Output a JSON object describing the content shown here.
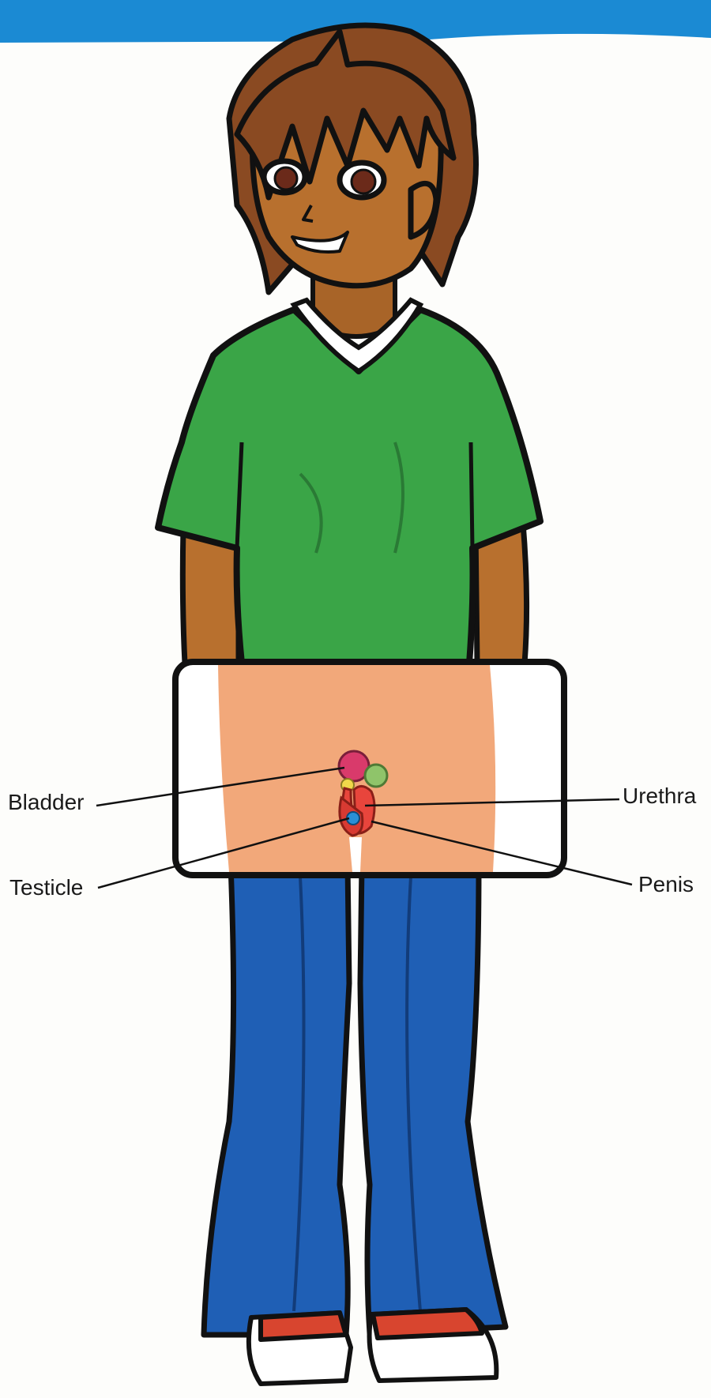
{
  "diagram": {
    "labels": {
      "bladder": "Bladder",
      "testicle": "Testicle",
      "urethra": "Urethra",
      "penis": "Penis"
    }
  },
  "colors": {
    "top_banner": "#1b8ad3",
    "hair": "#8a4a22",
    "skin": "#b8702e",
    "shirt": "#3aa547",
    "jeans": "#1f5fb5",
    "inset_skin": "#f2a87a",
    "bladder": "#d93a6b",
    "prostate": "#8fc46a",
    "penis": "#e8453c",
    "testicle": "#2a8fd6"
  }
}
